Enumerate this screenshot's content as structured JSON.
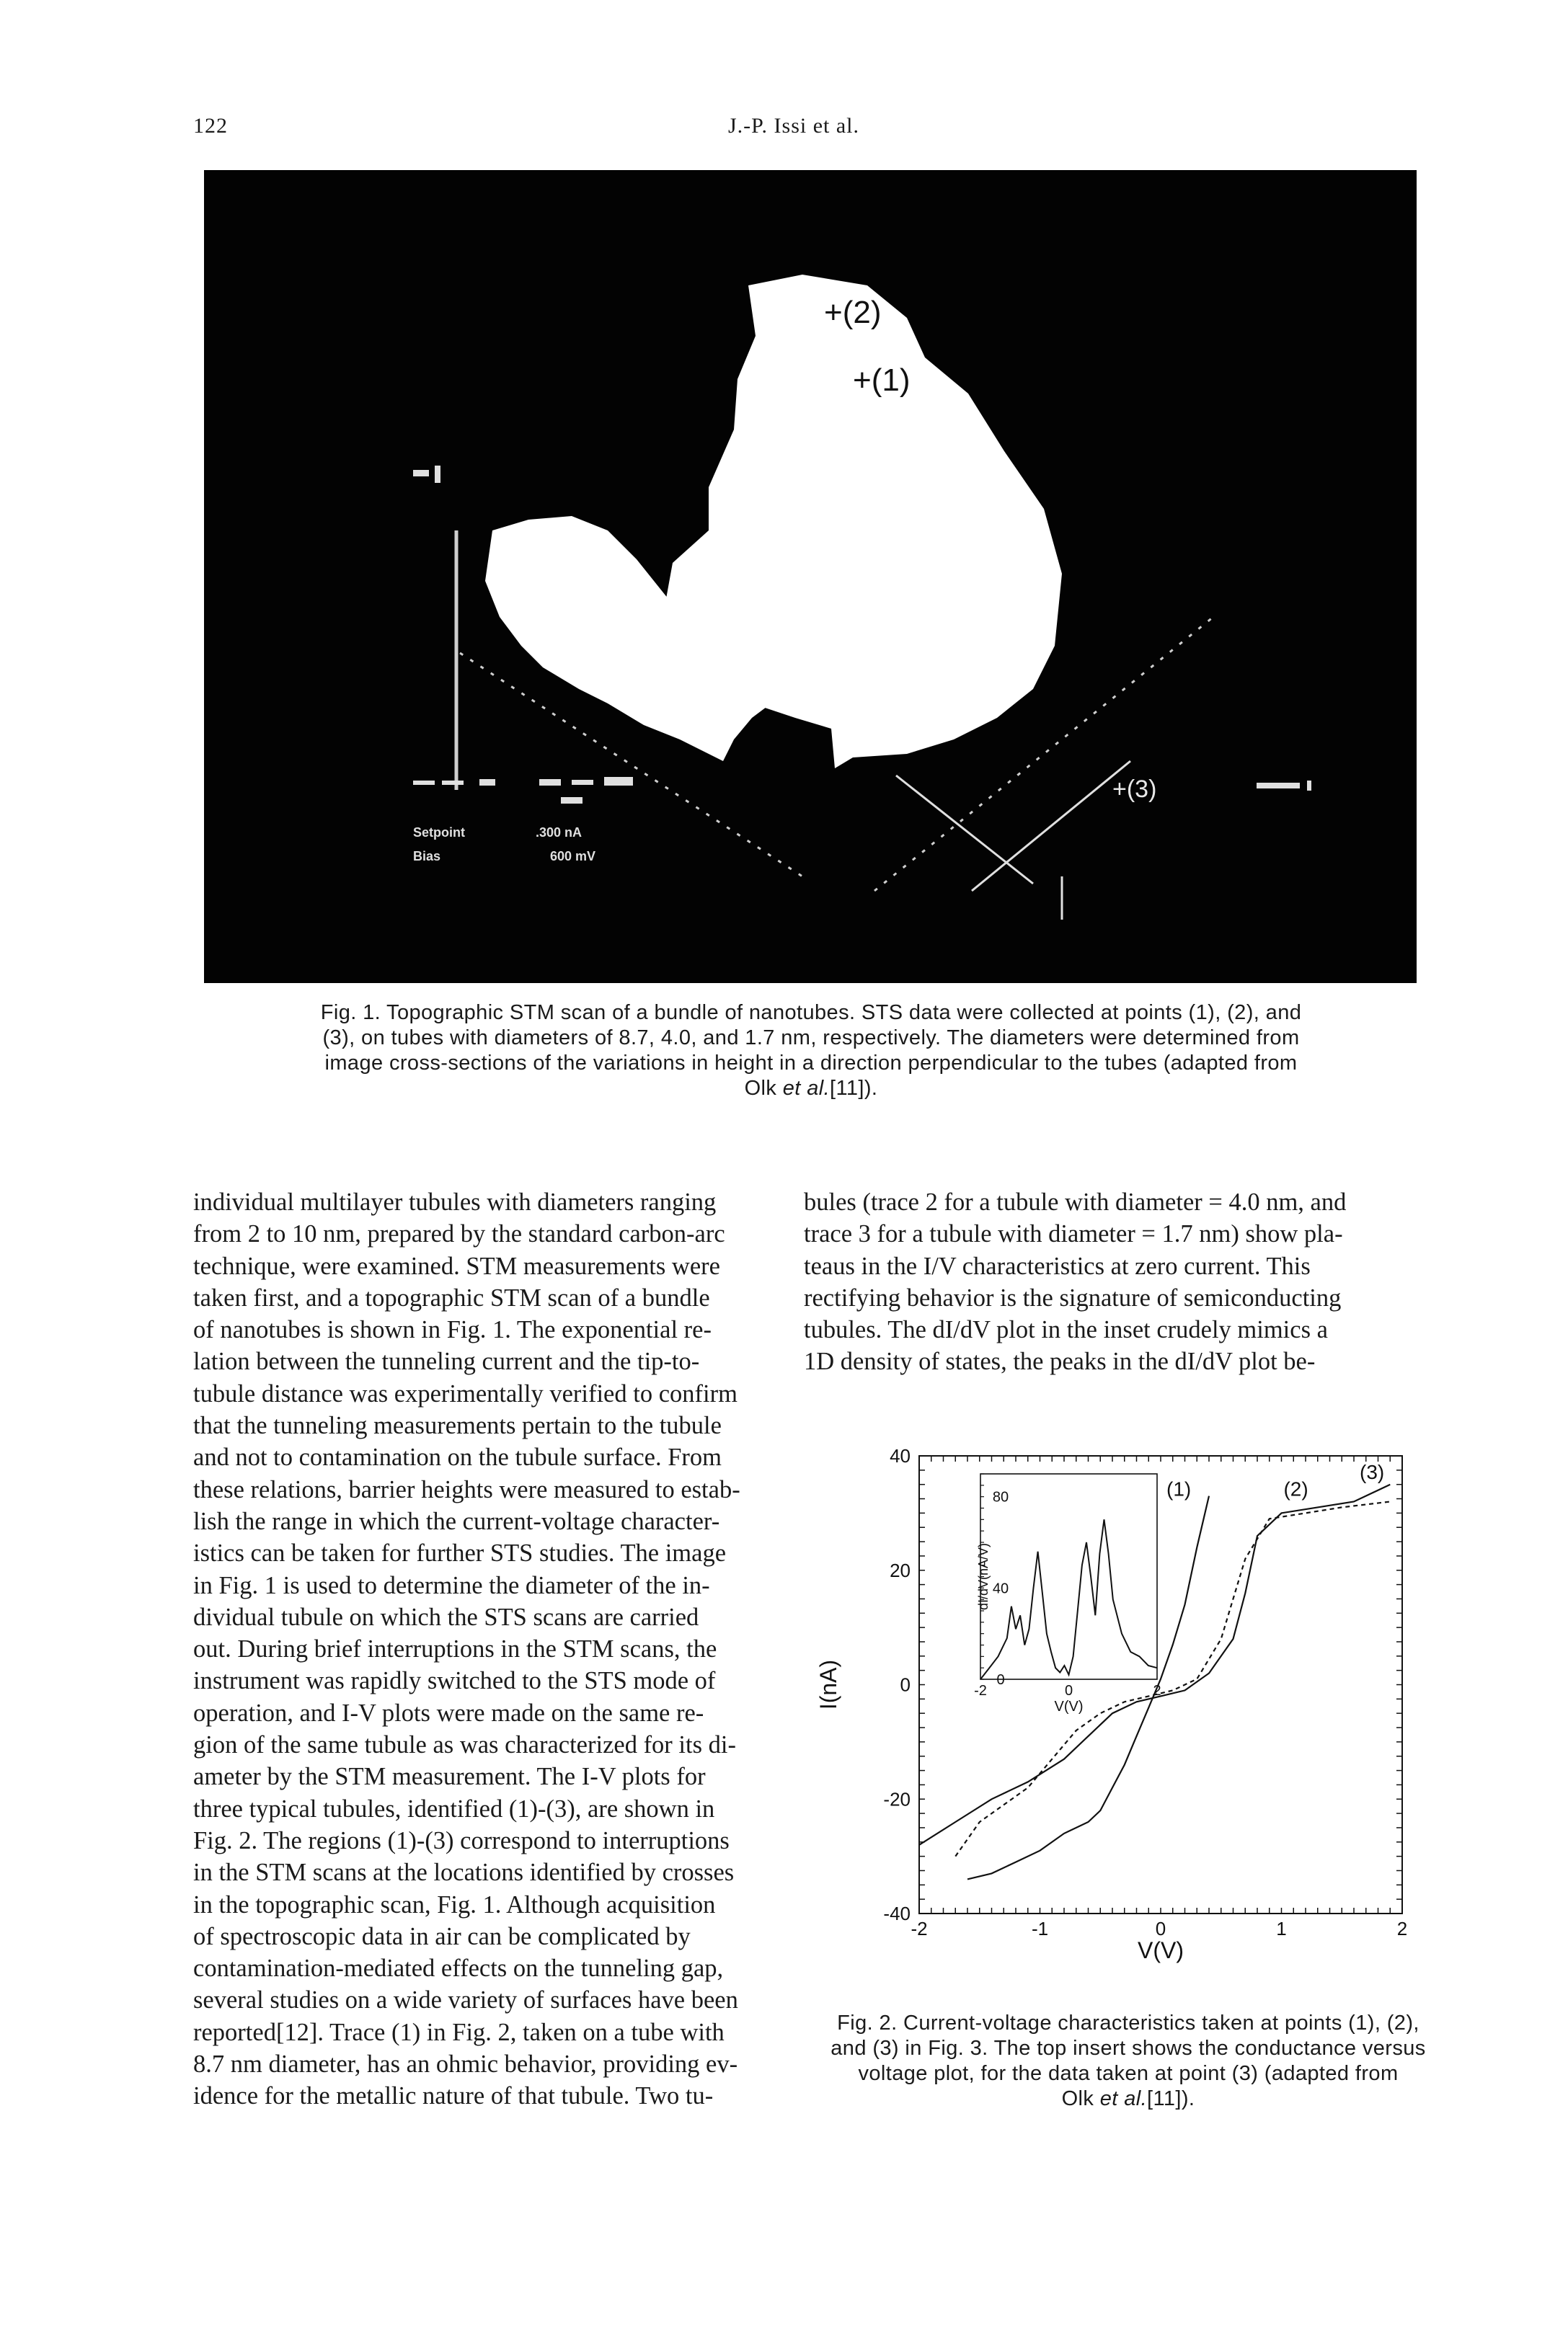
{
  "header": {
    "page_number": "122",
    "running_head": "J.-P. Issi et al."
  },
  "figure1": {
    "markers": {
      "point2": "+(2)",
      "point1": "+(1)",
      "point3": "+(3)"
    },
    "overlay_text": {
      "setpoint_label": "Setpoint",
      "setpoint_value": ".300 nA",
      "bias_label": "Bias",
      "bias_value": "600 mV"
    },
    "caption_lines": [
      "Fig. 1. Topographic STM scan of a bundle of nanotubes. STS data were collected at points (1), (2), and",
      "(3), on tubes with diameters of 8.7, 4.0, and 1.7 nm, respectively. The diameters were determined from",
      "image cross-sections of the variations in height in a direction perpendicular to the tubes (adapted from"
    ],
    "caption_last_prefix": "Olk ",
    "caption_last_italic": "et al.",
    "caption_last_suffix": "[11])."
  },
  "left_column": [
    "individual multilayer tubules with diameters ranging",
    "from 2 to 10 nm, prepared by the standard carbon-arc",
    "technique, were examined. STM measurements were",
    "taken first, and a topographic STM scan of a bundle",
    "of nanotubes is shown in Fig. 1. The exponential re-",
    "lation between the tunneling current and the tip-to-",
    "tubule distance was experimentally verified to confirm",
    "that the tunneling measurements pertain to the tubule",
    "and not to contamination on the tubule surface. From",
    "these relations, barrier heights were measured to estab-",
    "lish the range in which the current-voltage character-",
    "istics can be taken for further STS studies. The image",
    "in Fig. 1 is used to determine the diameter of the in-",
    "dividual tubule on which the STS scans are carried",
    "out. During brief interruptions in the STM scans, the",
    "instrument was rapidly switched to the STS mode of",
    "operation, and I-V plots were made on the same re-",
    "gion of the same tubule as was characterized for its di-",
    "ameter by the STM measurement. The I-V plots for",
    "three typical tubules, identified (1)-(3), are shown in",
    "Fig. 2. The regions (1)-(3) correspond to interruptions",
    "in the STM scans at the locations identified by crosses",
    "in the topographic scan, Fig. 1. Although acquisition",
    "of spectroscopic data in air can be complicated by",
    "contamination-mediated effects on the tunneling gap,",
    "several studies on a wide variety of surfaces have been",
    "reported[12]. Trace (1) in Fig. 2, taken on a tube with",
    "8.7 nm diameter, has an ohmic behavior, providing ev-",
    "idence for the metallic nature of that tubule. Two tu-"
  ],
  "right_column": [
    "bules (trace 2 for a tubule with diameter = 4.0 nm, and",
    "trace 3 for a tubule with diameter = 1.7 nm) show pla-",
    "teaus in the I/V characteristics at zero current. This",
    "rectifying behavior is the signature of semiconducting",
    "tubules. The dI/dV plot in the inset crudely mimics a",
    "1D density of states, the peaks in the dI/dV plot be-"
  ],
  "figure2": {
    "caption_lines": [
      "Fig. 2. Current-voltage characteristics taken at points (1), (2),",
      "and (3) in Fig. 3. The top insert shows the conductance versus",
      "voltage plot, for the data taken at point (3) (adapted from"
    ],
    "caption_last_prefix": "Olk ",
    "caption_last_italic": "et al.",
    "caption_last_suffix": "[11])."
  },
  "chart_data": [
    {
      "type": "line",
      "xlabel": "V(V)",
      "ylabel": "I(nA)",
      "xlim": [
        -2,
        2
      ],
      "ylim": [
        -40,
        40
      ],
      "x_ticks": [
        "-2",
        "-1",
        "0",
        "1",
        "2"
      ],
      "y_ticks": [
        "-40",
        "-20",
        "0",
        "20",
        "40"
      ],
      "series": [
        {
          "name": "(1)",
          "style": "solid",
          "x": [
            -1.6,
            -1.4,
            -1.2,
            -1.0,
            -0.8,
            -0.6,
            -0.5,
            -0.4,
            -0.3,
            -0.2,
            -0.1,
            0.0,
            0.1,
            0.2,
            0.3,
            0.4
          ],
          "y": [
            -34,
            -33,
            -31,
            -29,
            -26,
            -24,
            -22,
            -18,
            -14,
            -9,
            -4,
            1,
            7,
            14,
            24,
            33
          ]
        },
        {
          "name": "(2)",
          "style": "solid",
          "x": [
            -2.0,
            -1.7,
            -1.4,
            -1.1,
            -0.8,
            -0.6,
            -0.4,
            -0.2,
            0.0,
            0.2,
            0.4,
            0.6,
            0.7,
            0.8,
            1.0,
            1.3,
            1.6,
            1.9
          ],
          "y": [
            -28,
            -24,
            -20,
            -17,
            -13,
            -9,
            -5,
            -3,
            -2,
            -1,
            2,
            8,
            16,
            26,
            30,
            31,
            32,
            35
          ]
        },
        {
          "name": "(3)",
          "style": "dashed",
          "x": [
            -1.7,
            -1.5,
            -1.3,
            -1.1,
            -0.9,
            -0.7,
            -0.5,
            -0.3,
            -0.1,
            0.1,
            0.3,
            0.5,
            0.6,
            0.7,
            0.9,
            1.2,
            1.5,
            1.9
          ],
          "y": [
            -30,
            -24,
            -21,
            -18,
            -13,
            -8,
            -5,
            -3,
            -2,
            -1,
            1,
            8,
            15,
            22,
            29,
            30,
            31,
            32
          ]
        }
      ]
    },
    {
      "type": "line",
      "xlabel": "V(V)",
      "ylabel": "dI/dV(nA/V)",
      "xlim": [
        -2,
        2
      ],
      "ylim": [
        0,
        90
      ],
      "x_ticks": [
        "-2",
        "0",
        "2"
      ],
      "y_ticks": [
        "0",
        "40",
        "80"
      ],
      "series": [
        {
          "name": "",
          "x": [
            -2.0,
            -1.8,
            -1.6,
            -1.4,
            -1.3,
            -1.2,
            -1.1,
            -1.0,
            -0.9,
            -0.8,
            -0.7,
            -0.6,
            -0.5,
            -0.4,
            -0.3,
            -0.2,
            -0.1,
            0.0,
            0.1,
            0.2,
            0.3,
            0.4,
            0.5,
            0.6,
            0.7,
            0.8,
            0.9,
            1.0,
            1.2,
            1.4,
            1.6,
            1.8,
            2.0
          ],
          "y": [
            0,
            5,
            10,
            18,
            32,
            22,
            28,
            15,
            22,
            40,
            56,
            38,
            20,
            12,
            5,
            3,
            6,
            2,
            10,
            30,
            50,
            60,
            45,
            28,
            55,
            70,
            55,
            35,
            20,
            12,
            10,
            6,
            5
          ]
        }
      ]
    }
  ]
}
